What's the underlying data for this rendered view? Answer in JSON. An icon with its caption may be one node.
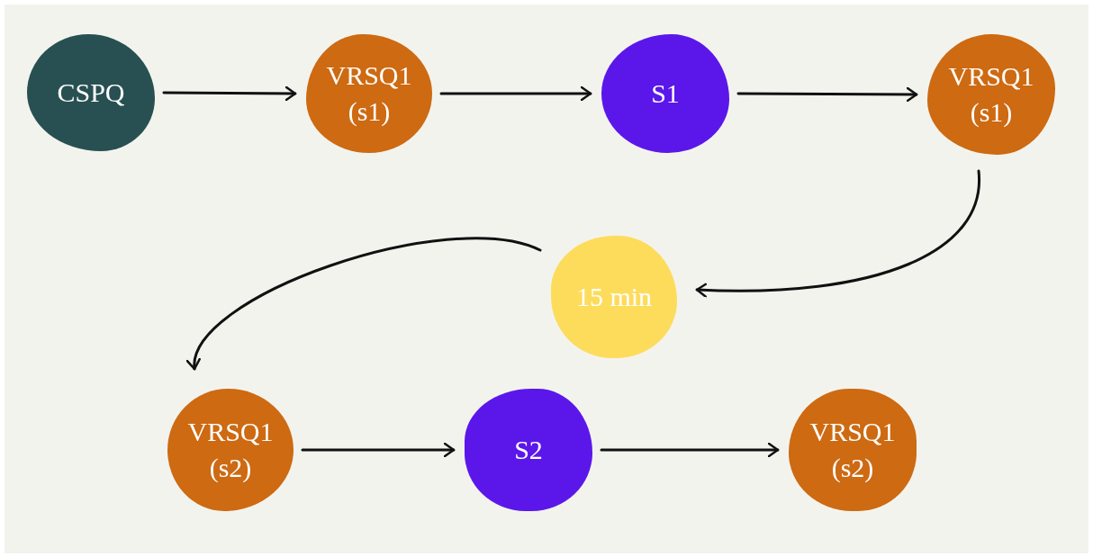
{
  "diagram": {
    "nodes": [
      {
        "text": [
          "CSPQ"
        ]
      },
      {
        "text": [
          "VRSQ1 (s1)"
        ]
      },
      {
        "text": [
          "S1"
        ]
      },
      {
        "text": [
          "VRSQ1 (s1)"
        ]
      },
      {
        "text": [
          "15 min"
        ]
      },
      {
        "text": [
          "VRSQ1 (s2)"
        ]
      },
      {
        "text": [
          "S2"
        ]
      },
      {
        "text": [
          "VRSQ1 (s2)"
        ]
      }
    ],
    "edges": [
      {
        "from": 0,
        "to": 1,
        "arrow": "to"
      },
      {
        "from": 1,
        "to": 2,
        "arrow": "to"
      },
      {
        "from": 2,
        "to": 3,
        "arrow": "to"
      },
      {
        "from": 3,
        "to": 4,
        "arrow": "to"
      },
      {
        "from": 4,
        "to": 5,
        "arrow": "to"
      },
      {
        "from": 5,
        "to": 6,
        "arrow": "to"
      },
      {
        "from": 6,
        "to": 7,
        "arrow": "to"
      }
    ]
  }
}
